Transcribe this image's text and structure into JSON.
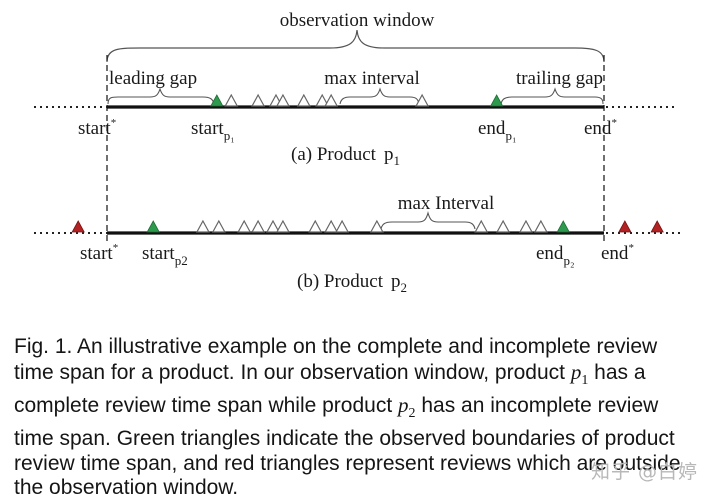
{
  "diagram": {
    "observation_window_label": "observation window",
    "panel_a": {
      "caption_prefix": "(a) Product",
      "caption_var": "p",
      "caption_sub": "1",
      "brace_labels": {
        "leading_gap": "leading gap",
        "max_interval": "max interval",
        "trailing_gap": "trailing gap"
      },
      "axis_labels": {
        "start_star": "start",
        "end_star": "end",
        "star": "*",
        "start_p": "start",
        "start_p_sub": "p₁",
        "end_p": "end",
        "end_p_sub": "p₁"
      },
      "markers": {
        "green": [
          0.221,
          0.784
        ],
        "hollow": [
          0.25,
          0.304,
          0.34,
          0.354,
          0.396,
          0.433,
          0.451,
          0.634
        ],
        "red": []
      }
    },
    "panel_b": {
      "caption_prefix": "(b) Product",
      "caption_var": "p",
      "caption_sub": "2",
      "brace_labels": {
        "max_interval": "max Interval"
      },
      "axis_labels": {
        "start_star": "start",
        "end_star": "end",
        "star": "*",
        "start_p": "start",
        "start_p_sub": "p2",
        "end_p": "end",
        "end_p_sub": "p₂"
      },
      "markers": {
        "green": [
          0.093,
          0.918
        ],
        "hollow": [
          0.193,
          0.225,
          0.276,
          0.304,
          0.334,
          0.354,
          0.419,
          0.451,
          0.473,
          0.543,
          0.753,
          0.797,
          0.843,
          0.873
        ],
        "red": [
          -0.058,
          1.042,
          1.107
        ]
      }
    },
    "colors": {
      "green": "#2e9a4e",
      "red": "#b22222",
      "hollow_stroke": "#666666",
      "line": "#111111"
    }
  },
  "caption": {
    "lines": [
      [
        "Fig. 1. An illustrative example on the complete and incomplete review"
      ],
      [
        "time span for a product. In our observation window, product ",
        {
          "var": "p",
          "sub": "1"
        },
        " has a"
      ],
      [
        "complete review time span while product ",
        {
          "var": "p",
          "sub": "2"
        },
        " has an incomplete review"
      ],
      [
        "time span. Green triangles indicate the observed boundaries of product"
      ],
      [
        "review time span, and red triangles represent reviews which are outside"
      ],
      [
        "the observation window."
      ]
    ]
  },
  "watermark": "知乎 @白婷"
}
